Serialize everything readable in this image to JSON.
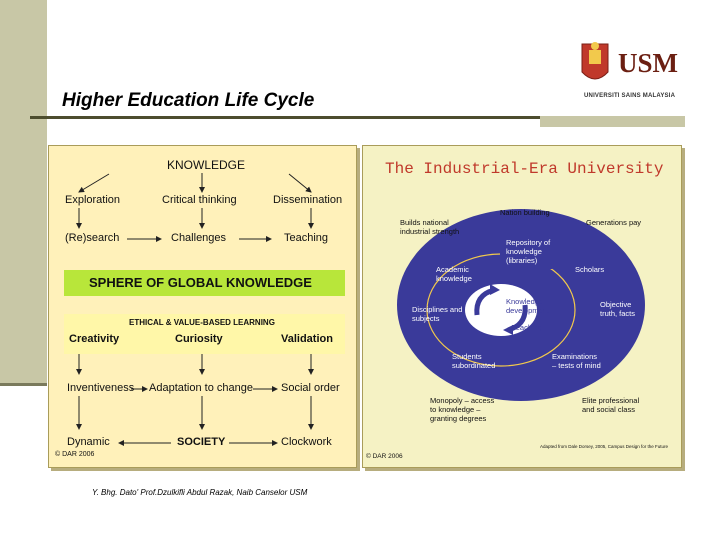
{
  "slide": {
    "title": "Higher Education Life Cycle",
    "footer": "Y. Bhg. Dato' Prof.Dzulkifli Abdul Razak, Naib Canselor USM"
  },
  "logo": {
    "text": "USM",
    "caption": "UNIVERSITI SAINS MALAYSIA"
  },
  "left_panel": {
    "knowledge": "KNOWLEDGE",
    "exploration": "Exploration",
    "critical_thinking": "Critical thinking",
    "dissemination": "Dissemination",
    "research": "(Re)search",
    "challenges": "Challenges",
    "teaching": "Teaching",
    "sphere": "SPHERE OF GLOBAL KNOWLEDGE",
    "ethical": "ETHICAL & VALUE-BASED LEARNING",
    "creativity": "Creativity",
    "curiosity": "Curiosity",
    "validation": "Validation",
    "inventiveness": "Inventiveness",
    "adaptation": "Adaptation to change",
    "social_order": "Social order",
    "dynamic": "Dynamic",
    "society": "SOCIETY",
    "clockwork": "Clockwork",
    "copyright": "© DAR 2006"
  },
  "right_panel": {
    "title": "The Industrial-Era University",
    "nation_building": "Nation building",
    "builds_strength": "Builds national industrial strength",
    "generations_pay": "Generations pay",
    "repository": "Repository of knowledge (libraries)",
    "academic_knowledge": "Academic knowledge",
    "scholars": "Scholars",
    "knowledge_development": "Knowledge development",
    "disciplines": "Disciplines and subjects",
    "teaching": "Teaching",
    "objective_truth": "Objective truth, facts",
    "students": "Students subordinated",
    "examinations": "Examinations – tests of mind",
    "monopoly": "Monopoly – access to knowledge – granting degrees",
    "elite": "Elite professional and social class",
    "copyright": "© DAR 2006",
    "attribution": "Adapted from Dale Dorsey, 2005, Campus Design for the Future"
  },
  "colors": {
    "sidebar": "#c8c7a6",
    "left_panel_bg": "#fff1ba",
    "sphere_band": "#b8e63a",
    "right_panel_ellipse": "#3a3a9a",
    "right_title": "#c0392b"
  }
}
